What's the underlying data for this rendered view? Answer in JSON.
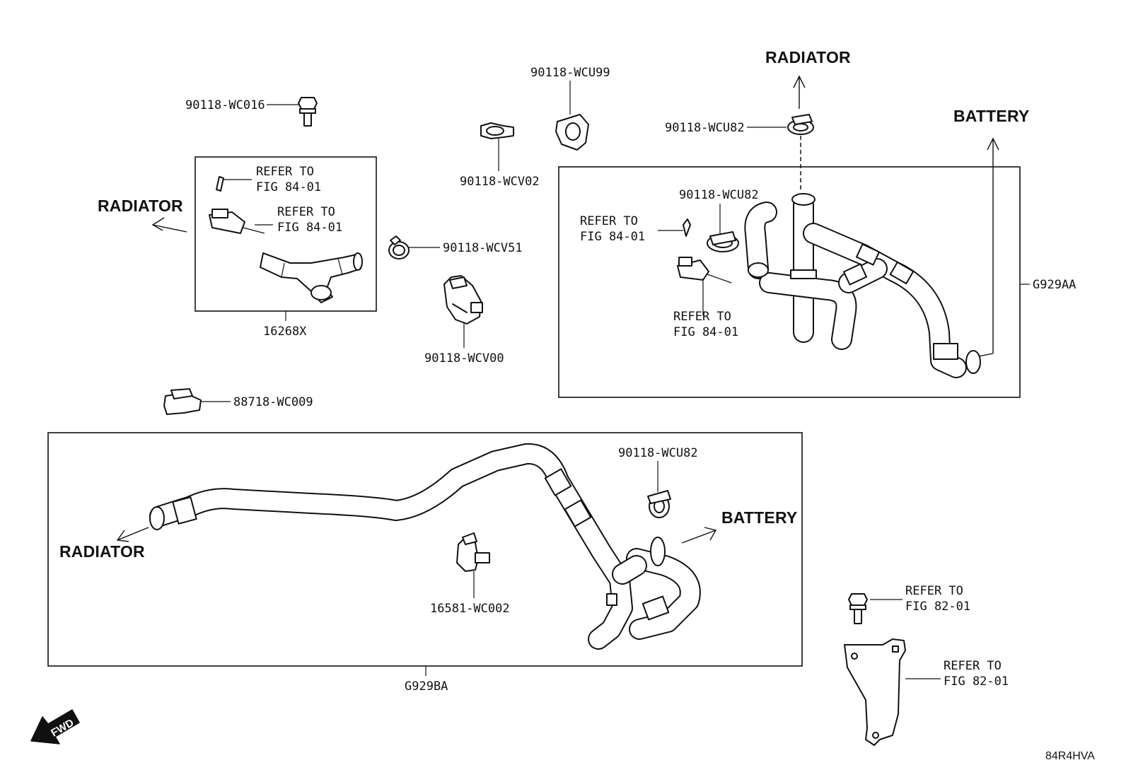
{
  "diagram_code": "84R4HVA",
  "fwd_label": "FWD",
  "headers": {
    "radiator_top": "RADIATOR",
    "radiator_left": "RADIATOR",
    "radiator_bottom": "RADIATOR",
    "battery_top": "BATTERY",
    "battery_bottom": "BATTERY"
  },
  "parts": {
    "bolt_90118_wc016": "90118-WC016",
    "clip_90118_wcu99": "90118-WCU99",
    "clamp_90118_wcv02": "90118-WCV02",
    "clamp_90118_wcu82_top": "90118-WCU82",
    "clamp_90118_wcu82_box": "90118-WCU82",
    "clamp_90118_wcu82_lower": "90118-WCU82",
    "clamp_90118_wcv51": "90118-WCV51",
    "bracket_90118_wcv00": "90118-WCV00",
    "clip_88718_wc009": "88718-WC009",
    "clamp_16581_wc002": "16581-WC002",
    "assembly_16268x": "16268X",
    "assembly_g929aa": "G929AA",
    "assembly_g929ba": "G929BA"
  },
  "references": {
    "left_wire_clip": [
      "REFER TO",
      "FIG 84-01"
    ],
    "left_sensor": [
      "REFER TO",
      "FIG 84-01"
    ],
    "right_wire_clip": [
      "REFER TO",
      "FIG 84-01"
    ],
    "right_sensor": [
      "REFER TO",
      "FIG 84-01"
    ],
    "bracket_bolt": [
      "REFER TO",
      "FIG 82-01"
    ],
    "bracket": [
      "REFER TO",
      "FIG 82-01"
    ]
  }
}
